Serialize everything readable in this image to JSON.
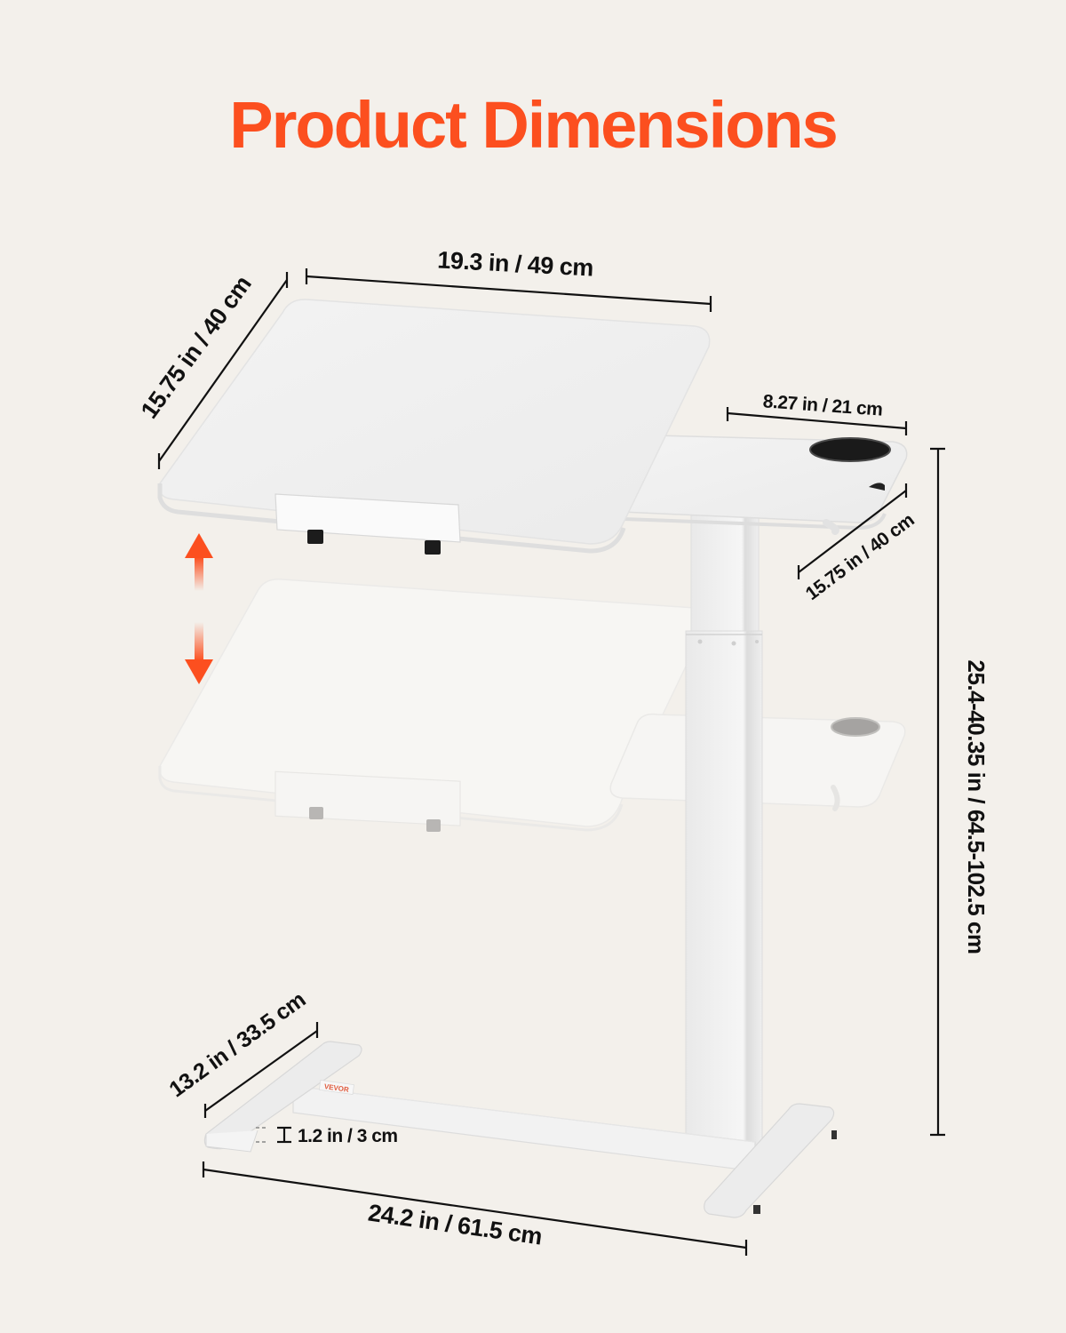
{
  "header": {
    "title": "Product Dimensions"
  },
  "colors": {
    "background": "#f3f0eb",
    "accent": "#fc4f1f",
    "text": "#111111",
    "surface": "#f7f7f7",
    "cup_holder": "#1a1a1a"
  },
  "dimensions": {
    "desktop_width": "19.3 in / 49 cm",
    "desktop_depth": "15.75 in / 40 cm",
    "side_tray_width": "8.27 in / 21 cm",
    "side_tray_depth": "15.75 in / 40 cm",
    "height_range": "25.4-40.35 in / 64.5-102.5 cm",
    "base_foot_length": "13.2 in / 33.5 cm",
    "base_foot_height": "1.2 in / 3 cm",
    "base_length": "24.2 in / 61.5 cm"
  },
  "product": {
    "brand_label": "VEVOR",
    "icons": {
      "height_adjust": "double-arrow-vertical"
    }
  }
}
